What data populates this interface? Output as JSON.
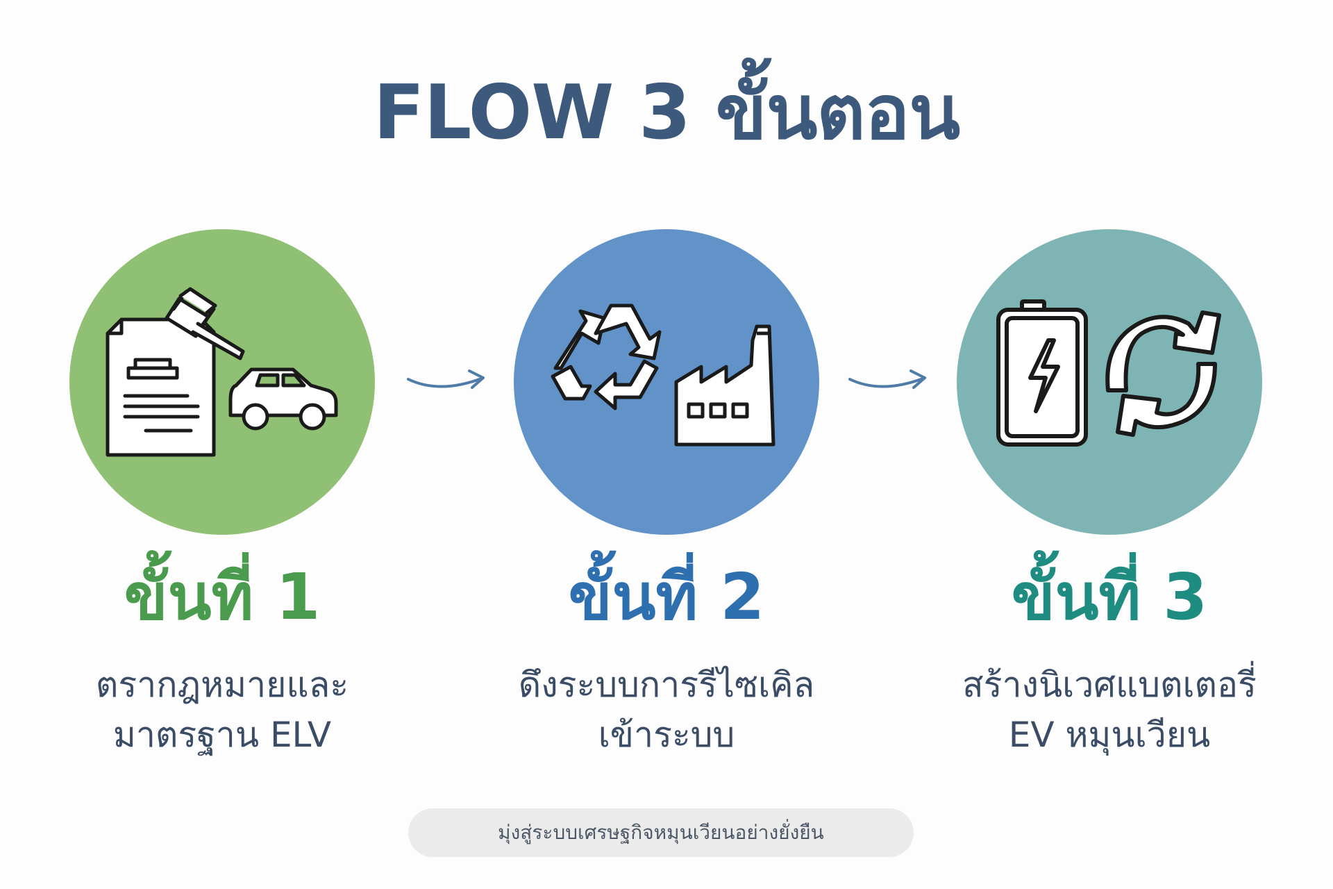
{
  "title": "FLOW 3 ขั้นตอน",
  "colors": {
    "title": "#3d5a7c",
    "step1_circle": "#8fc073",
    "step2_circle": "#6193c9",
    "step3_circle": "#7eb5b4",
    "step1_label": "#4a9b4e",
    "step2_label": "#2e6fb0",
    "step3_label": "#1f8c82",
    "arrow": "#4e7ba8"
  },
  "steps": [
    {
      "label": "ขั้นที่ 1",
      "desc_line1": "ตรากฎหมายและ",
      "desc_line2": "มาตรฐาน ELV",
      "icons": [
        "law-document-gavel-icon",
        "car-icon"
      ]
    },
    {
      "label": "ขั้นที่ 2",
      "desc_line1": "ดึงระบบการรีไซเคิล",
      "desc_line2": "เข้าระบบ",
      "icons": [
        "recycle-icon",
        "factory-icon"
      ]
    },
    {
      "label": "ขั้นที่ 3",
      "desc_line1": "สร้างนิเวศแบตเตอรี่",
      "desc_line2": "EV หมุนเวียน",
      "icons": [
        "battery-charging-icon",
        "refresh-cycle-icon"
      ]
    }
  ],
  "footer": "มุ่งสู่ระบบเศรษฐกิจหมุนเวียนอย่างยั่งยืน"
}
